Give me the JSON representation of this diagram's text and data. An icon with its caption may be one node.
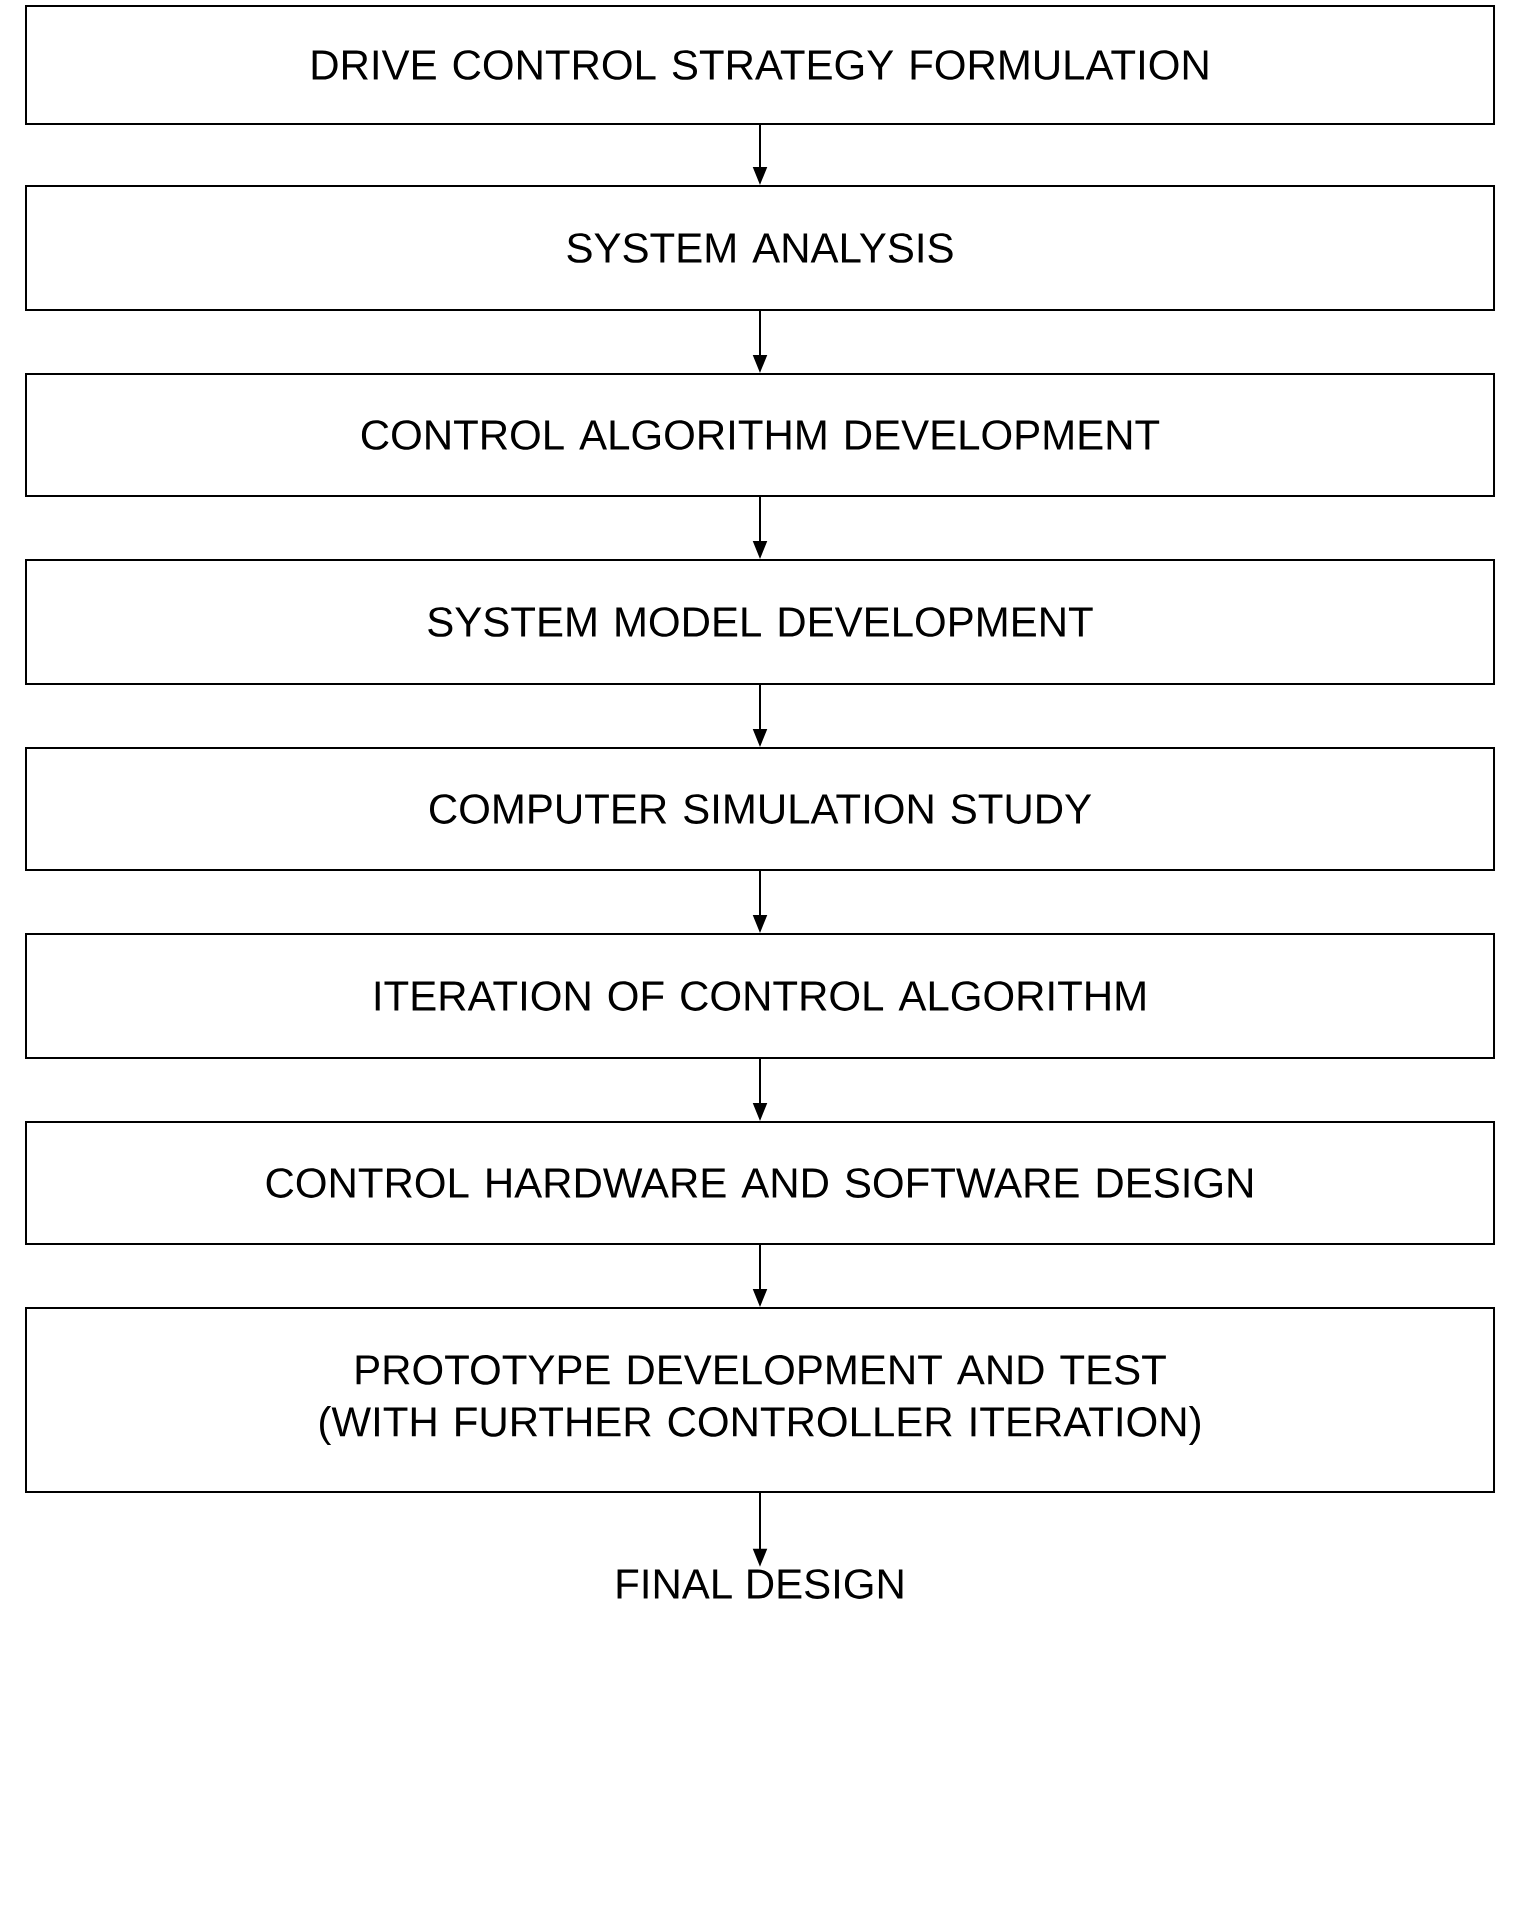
{
  "diagram": {
    "nodes": [
      {
        "text": [
          "DRIVE CONTROL STRATEGY FORMULATION"
        ]
      },
      {
        "text": [
          "SYSTEM ANALYSIS"
        ]
      },
      {
        "text": [
          "CONTROL ALGORITHM DEVELOPMENT"
        ]
      },
      {
        "text": [
          "SYSTEM MODEL DEVELOPMENT"
        ]
      },
      {
        "text": [
          "COMPUTER SIMULATION STUDY"
        ]
      },
      {
        "text": [
          "ITERATION OF CONTROL ALGORITHM"
        ]
      },
      {
        "text": [
          "CONTROL HARDWARE AND SOFTWARE DESIGN"
        ]
      },
      {
        "text": [
          "PROTOTYPE DEVELOPMENT AND TEST (WITH FURTHER CONTROLLER ITERATION)"
        ]
      },
      {
        "text": [
          "FINAL DESIGN"
        ]
      }
    ],
    "edges": [
      {
        "from": 0,
        "to": 1,
        "arrow": "to"
      },
      {
        "from": 1,
        "to": 2,
        "arrow": "to"
      },
      {
        "from": 2,
        "to": 3,
        "arrow": "to"
      },
      {
        "from": 3,
        "to": 4,
        "arrow": "to"
      },
      {
        "from": 4,
        "to": 5,
        "arrow": "to"
      },
      {
        "from": 5,
        "to": 6,
        "arrow": "to"
      },
      {
        "from": 6,
        "to": 7,
        "arrow": "to"
      },
      {
        "from": 7,
        "to": 8,
        "arrow": "to"
      }
    ]
  }
}
